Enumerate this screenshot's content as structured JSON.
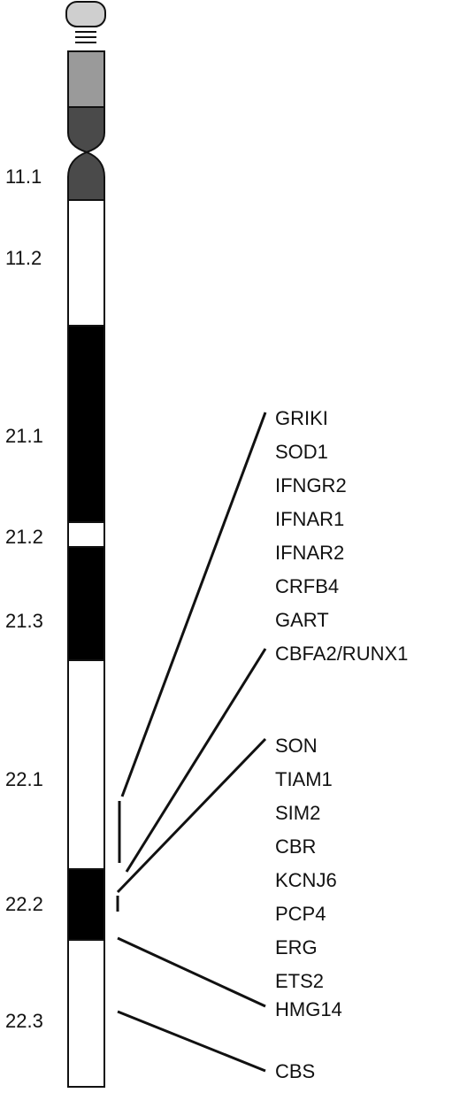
{
  "diagram": {
    "band_labels": [
      "11.1",
      "11.2",
      "21.1",
      "21.2",
      "21.3",
      "22.1",
      "22.2",
      "22.3"
    ],
    "gene_labels": [
      "GRIKI",
      "SOD1",
      "IFNGR2",
      "IFNAR1",
      "IFNAR2",
      "CRFB4",
      "GART",
      "CBFA2/RUNX1",
      "SON",
      "TIAM1",
      "SIM2",
      "CBR",
      "KCNJ6",
      "PCP4",
      "ERG",
      "ETS2",
      "HMG14",
      "CBS"
    ],
    "colors": {
      "outline": "#111111",
      "stalk": "#b3b3b3",
      "satellite": "#cfcfcf",
      "p_light": "#9a9a9a",
      "centromere": "#4a4a4a",
      "dark_band": "#000000",
      "light_band": "#ffffff"
    }
  }
}
